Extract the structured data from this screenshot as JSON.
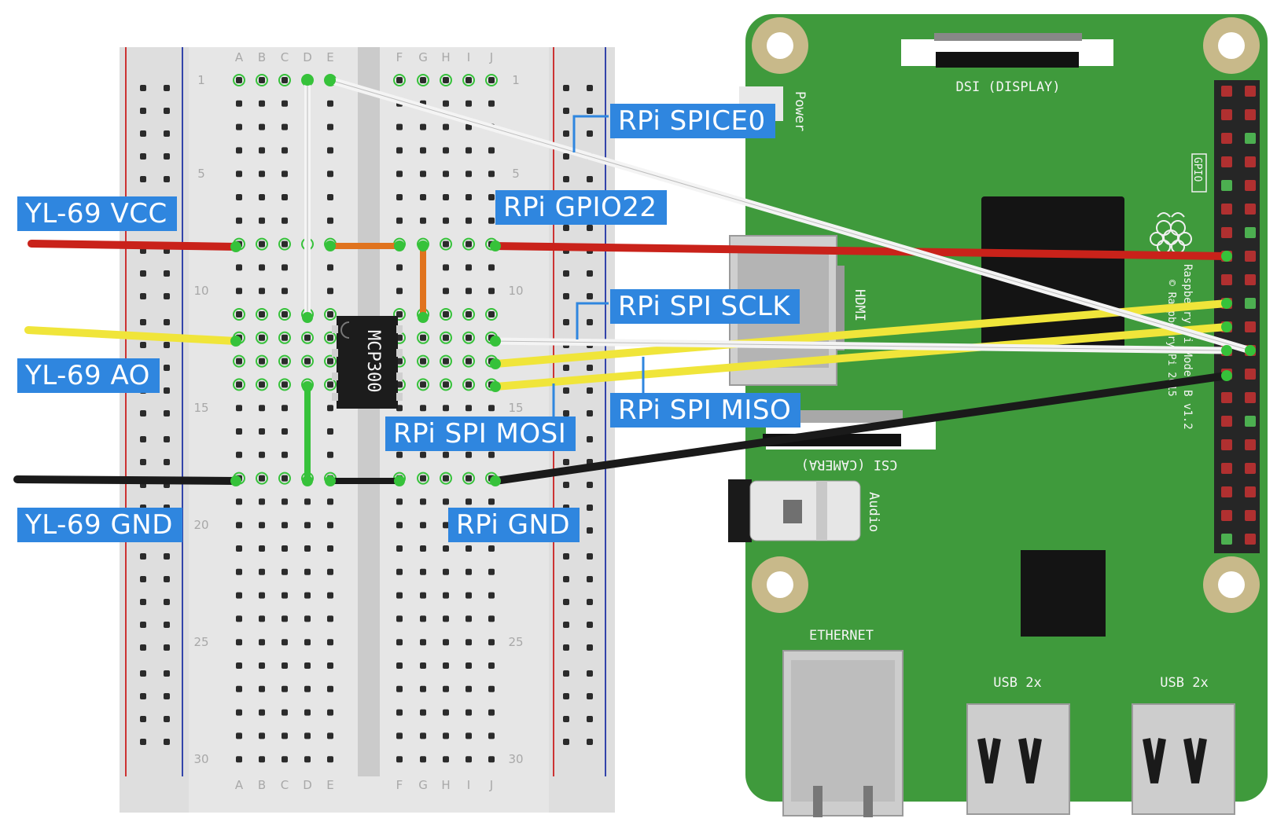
{
  "colors": {
    "label_bg": "#2f86df",
    "board_green": "#3f9a3c",
    "breadboard": "#dcdcdc",
    "wire_red": "#c9221a",
    "wire_yellow": "#f0e53a",
    "wire_black": "#1a1a1a",
    "wire_white": "#f4f4f4",
    "wire_orange": "#e0731e",
    "wire_green": "#36c23a"
  },
  "breadboard": {
    "columns_left": [
      "A",
      "B",
      "C",
      "D",
      "E"
    ],
    "columns_right": [
      "F",
      "G",
      "H",
      "I",
      "J"
    ],
    "row_numbers": [
      "1",
      "5",
      "10",
      "15",
      "20",
      "25",
      "30"
    ]
  },
  "chip": {
    "label": "MCP300"
  },
  "pi": {
    "dsi": "DSI (DISPLAY)",
    "power": "Power",
    "hdmi": "HDMI",
    "gpio": "GPIO",
    "csi": "CSI (CAMERA)",
    "audio": "Audio",
    "ethernet": "ETHERNET",
    "usb1": "USB 2x",
    "usb2": "USB 2x",
    "model": "Raspberry Pi Model B v1.2",
    "copyright": "© Raspberry Pi 2015"
  },
  "labels": {
    "spice0": "RPi SPICE0",
    "gpio22": "RPi GPIO22",
    "vcc": "YL-69 VCC",
    "sclk": "RPi SPI SCLK",
    "ao": "YL-69 AO",
    "miso": "RPi SPI MISO",
    "mosi": "RPi SPI MOSI",
    "ylgnd": "YL-69 GND",
    "rpigrd": "RPi GND"
  }
}
